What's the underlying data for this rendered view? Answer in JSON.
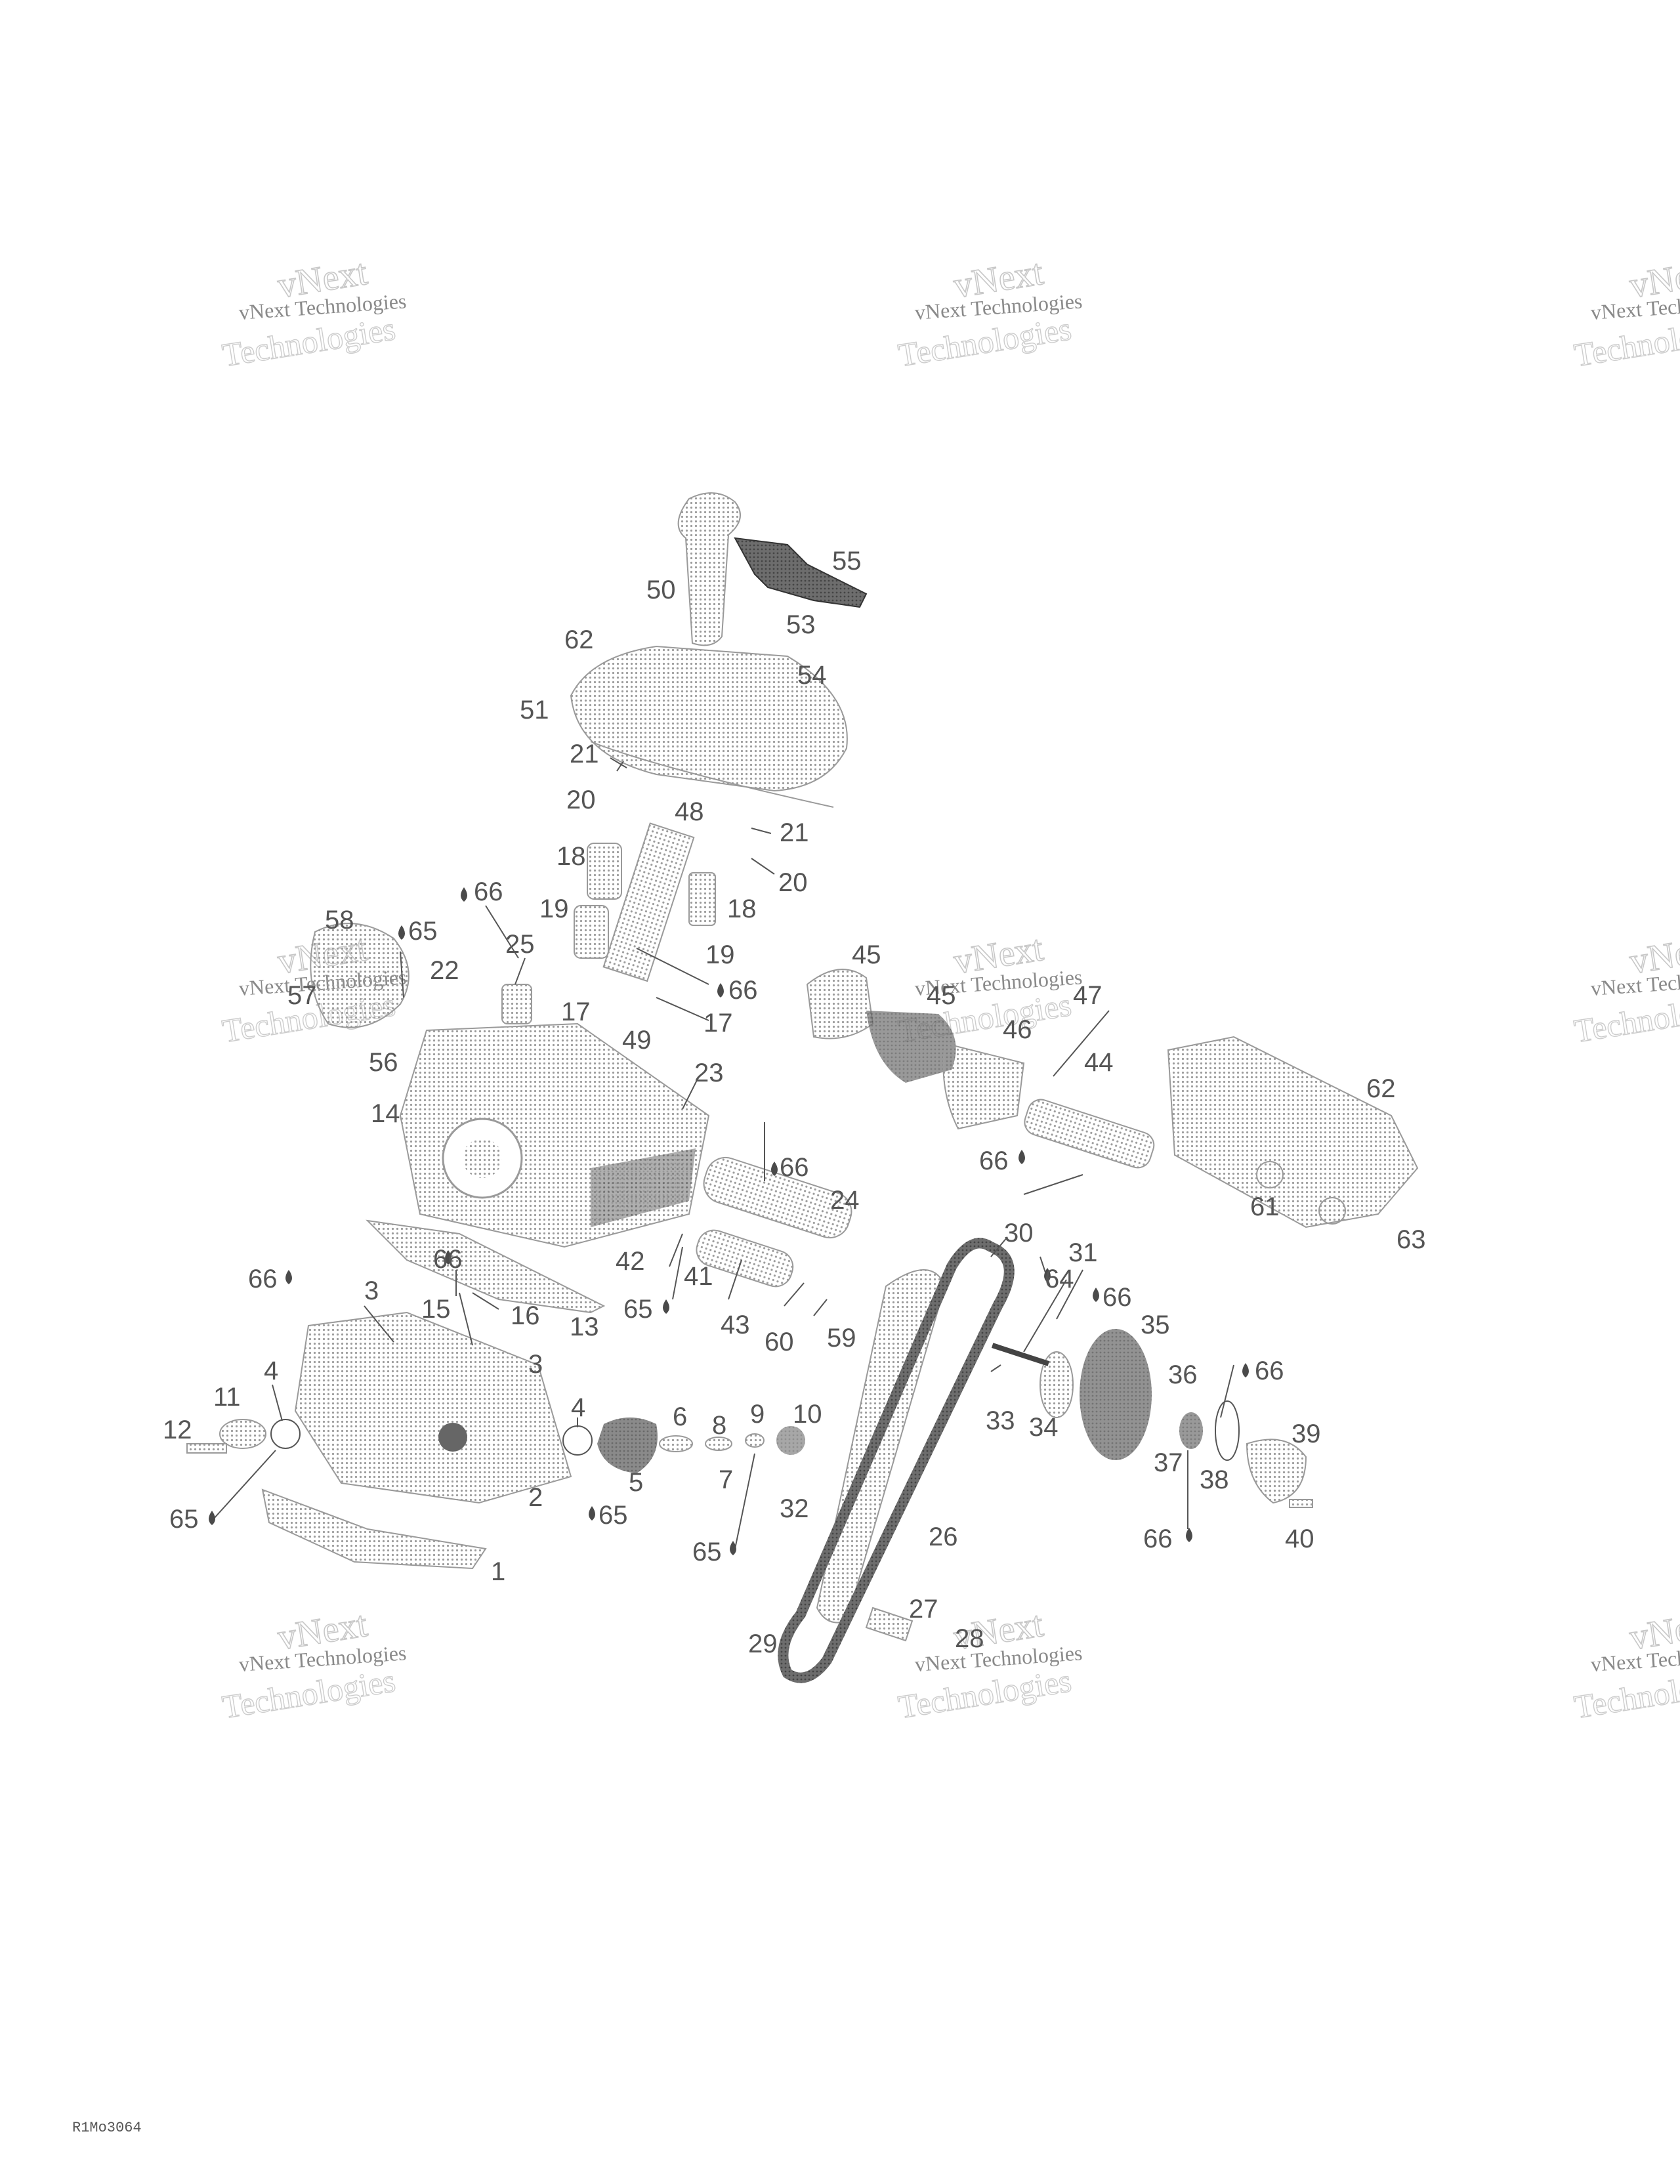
{
  "watermark": {
    "line1": "vNext Technologies",
    "line2": "vNext",
    "line3": "Technologies"
  },
  "figure_id": "R1Mo3064",
  "callouts": [
    {
      "id": "c50",
      "label": "50"
    },
    {
      "id": "c55",
      "label": "55"
    },
    {
      "id": "c62a",
      "label": "62"
    },
    {
      "id": "c53",
      "label": "53"
    },
    {
      "id": "c54",
      "label": "54"
    },
    {
      "id": "c51",
      "label": "51"
    },
    {
      "id": "c21a",
      "label": "21"
    },
    {
      "id": "c20a",
      "label": "20"
    },
    {
      "id": "c48",
      "label": "48"
    },
    {
      "id": "c21b",
      "label": "21"
    },
    {
      "id": "c18a",
      "label": "18"
    },
    {
      "id": "c20b",
      "label": "20"
    },
    {
      "id": "c66a",
      "label": "66"
    },
    {
      "id": "c19a",
      "label": "19"
    },
    {
      "id": "c18b",
      "label": "18"
    },
    {
      "id": "c58",
      "label": "58"
    },
    {
      "id": "c65a",
      "label": "65"
    },
    {
      "id": "c25",
      "label": "25"
    },
    {
      "id": "c22",
      "label": "22"
    },
    {
      "id": "c57",
      "label": "57"
    },
    {
      "id": "c19b",
      "label": "19"
    },
    {
      "id": "c66b",
      "label": "66"
    },
    {
      "id": "c45a",
      "label": "45"
    },
    {
      "id": "c45b",
      "label": "45"
    },
    {
      "id": "c47",
      "label": "47"
    },
    {
      "id": "c46",
      "label": "46"
    },
    {
      "id": "c17a",
      "label": "17"
    },
    {
      "id": "c56",
      "label": "56"
    },
    {
      "id": "c49",
      "label": "49"
    },
    {
      "id": "c17b",
      "label": "17"
    },
    {
      "id": "c23",
      "label": "23"
    },
    {
      "id": "c14",
      "label": "14"
    },
    {
      "id": "c44",
      "label": "44"
    },
    {
      "id": "c62b",
      "label": "62"
    },
    {
      "id": "c66c",
      "label": "66"
    },
    {
      "id": "c66d",
      "label": "66"
    },
    {
      "id": "c24",
      "label": "24"
    },
    {
      "id": "c61",
      "label": "61"
    },
    {
      "id": "c63",
      "label": "63"
    },
    {
      "id": "c30",
      "label": "30"
    },
    {
      "id": "c42",
      "label": "42"
    },
    {
      "id": "c41",
      "label": "41"
    },
    {
      "id": "c31",
      "label": "31"
    },
    {
      "id": "c66e",
      "label": "66"
    },
    {
      "id": "c66f",
      "label": "66"
    },
    {
      "id": "c64",
      "label": "64"
    },
    {
      "id": "c66g",
      "label": "66"
    },
    {
      "id": "c3a",
      "label": "3"
    },
    {
      "id": "c15",
      "label": "15"
    },
    {
      "id": "c16",
      "label": "16"
    },
    {
      "id": "c13",
      "label": "13"
    },
    {
      "id": "c65b",
      "label": "65"
    },
    {
      "id": "c43",
      "label": "43"
    },
    {
      "id": "c60",
      "label": "60"
    },
    {
      "id": "c59",
      "label": "59"
    },
    {
      "id": "c35",
      "label": "35"
    },
    {
      "id": "c3b",
      "label": "3"
    },
    {
      "id": "c4a",
      "label": "4"
    },
    {
      "id": "c36",
      "label": "36"
    },
    {
      "id": "c66h",
      "label": "66"
    },
    {
      "id": "c11",
      "label": "11"
    },
    {
      "id": "c33",
      "label": "33"
    },
    {
      "id": "c34",
      "label": "34"
    },
    {
      "id": "c39",
      "label": "39"
    },
    {
      "id": "c12",
      "label": "12"
    },
    {
      "id": "c4b",
      "label": "4"
    },
    {
      "id": "c6",
      "label": "6"
    },
    {
      "id": "c8",
      "label": "8"
    },
    {
      "id": "c9",
      "label": "9"
    },
    {
      "id": "c10",
      "label": "10"
    },
    {
      "id": "c37",
      "label": "37"
    },
    {
      "id": "c38",
      "label": "38"
    },
    {
      "id": "c5",
      "label": "5"
    },
    {
      "id": "c7",
      "label": "7"
    },
    {
      "id": "c2",
      "label": "2"
    },
    {
      "id": "c65c",
      "label": "65"
    },
    {
      "id": "c32",
      "label": "32"
    },
    {
      "id": "c65d",
      "label": "65"
    },
    {
      "id": "c66i",
      "label": "66"
    },
    {
      "id": "c40",
      "label": "40"
    },
    {
      "id": "c26",
      "label": "26"
    },
    {
      "id": "c65e",
      "label": "65"
    },
    {
      "id": "c1",
      "label": "1"
    },
    {
      "id": "c27",
      "label": "27"
    },
    {
      "id": "c28",
      "label": "28"
    },
    {
      "id": "c29",
      "label": "29"
    }
  ]
}
